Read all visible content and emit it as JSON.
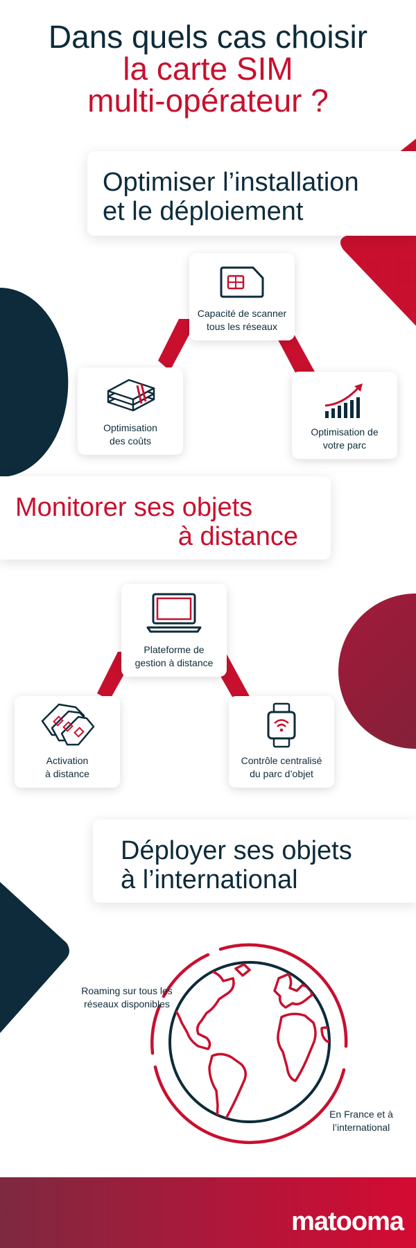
{
  "title": {
    "line1": "Dans quels cas choisir",
    "line2": "la carte SIM",
    "line3": "multi-opérateur ?"
  },
  "colors": {
    "navy": "#0d2b3a",
    "red": "#c8102e",
    "wine": "#8b2339"
  },
  "section1": {
    "heading_line1": "Optimiser l’installation",
    "heading_line2": "et le déploiement",
    "cards": [
      {
        "icon": "sim-card-icon",
        "line1": "Capacité de scanner",
        "line2": "tous les réseaux"
      },
      {
        "icon": "money-stack-icon",
        "line1": "Optimisation",
        "line2": "des coûts"
      },
      {
        "icon": "growth-chart-icon",
        "line1": "Optimisation de",
        "line2": "votre parc"
      }
    ]
  },
  "section2": {
    "heading_line1": "Monitorer ses objets",
    "heading_line2": "à distance",
    "cards": [
      {
        "icon": "laptop-icon",
        "line1": "Plateforme de",
        "line2": "gestion à distance"
      },
      {
        "icon": "sim-cards-icon",
        "line1": "Activation",
        "line2": "à distance"
      },
      {
        "icon": "smartwatch-wifi-icon",
        "line1": "Contrôle centralisé",
        "line2": "du parc d’objet"
      }
    ]
  },
  "section3": {
    "heading_line1": "Déployer ses objets",
    "heading_line2": "à l’international",
    "label_left_line1": "Roaming sur tous les",
    "label_left_line2": "réseaux disponibles",
    "label_right_line1": "En France et à",
    "label_right_line2": "l’international",
    "icon": "globe-icon"
  },
  "footer": {
    "logo": "matooma"
  }
}
